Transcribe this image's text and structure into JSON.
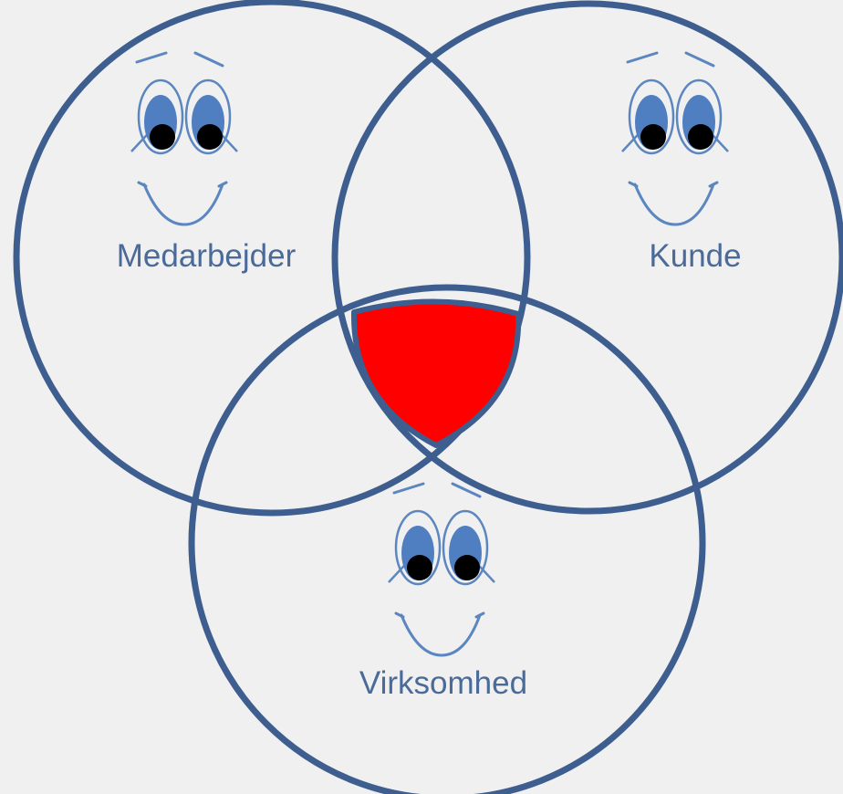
{
  "diagram": {
    "sets": [
      {
        "id": "medarbejder",
        "label": "Medarbejder"
      },
      {
        "id": "kunde",
        "label": "Kunde"
      },
      {
        "id": "virksomhed",
        "label": "Virksomhed"
      }
    ],
    "intersection": {
      "highlighted": true,
      "color": "#ff0000"
    },
    "colors": {
      "outline": "#3d5e8e",
      "face": "#5b86c0",
      "label": "#4a6a99",
      "background": "#f0f0f0"
    }
  }
}
